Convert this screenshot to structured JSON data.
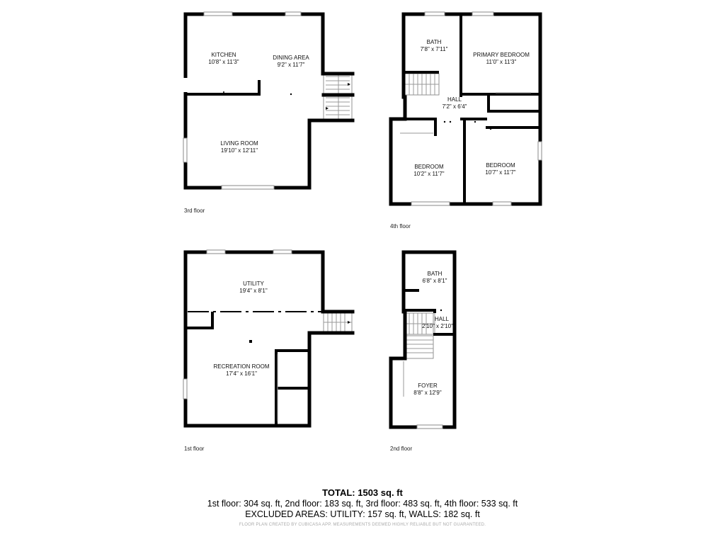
{
  "floors": {
    "third": {
      "label": "3rd floor",
      "rooms": {
        "kitchen": {
          "name": "KITCHEN",
          "dim": "10'8\" x 11'3\""
        },
        "dining": {
          "name": "DINING AREA",
          "dim": "9'2\" x 11'7\""
        },
        "living": {
          "name": "LIVING ROOM",
          "dim": "19'10\" x 12'11\""
        }
      }
    },
    "fourth": {
      "label": "4th floor",
      "rooms": {
        "bath": {
          "name": "BATH",
          "dim": "7'8\" x 7'11\""
        },
        "primary": {
          "name": "PRIMARY BEDROOM",
          "dim": "11'0\" x 11'3\""
        },
        "hall": {
          "name": "HALL",
          "dim": "7'2\" x 6'4\""
        },
        "bedroom_left": {
          "name": "BEDROOM",
          "dim": "10'2\" x 11'7\""
        },
        "bedroom_right": {
          "name": "BEDROOM",
          "dim": "10'7\" x 11'7\""
        }
      }
    },
    "first": {
      "label": "1st floor",
      "rooms": {
        "utility": {
          "name": "UTILITY",
          "dim": "19'4\" x 8'1\""
        },
        "recreation": {
          "name": "RECREATION ROOM",
          "dim": "17'4\" x 16'1\""
        }
      }
    },
    "second": {
      "label": "2nd floor",
      "rooms": {
        "bath": {
          "name": "BATH",
          "dim": "6'8\" x 8'1\""
        },
        "hall": {
          "name": "HALL",
          "dim": "2'10\" x 2'10\""
        },
        "foyer": {
          "name": "FOYER",
          "dim": "8'8\" x 12'9\""
        }
      }
    }
  },
  "summary": {
    "total": "TOTAL: 1503 sq. ft",
    "per_floor": "1st floor: 304 sq. ft, 2nd floor: 183 sq. ft, 3rd floor: 483 sq. ft, 4th floor: 533 sq. ft",
    "excluded": "EXCLUDED AREAS: UTILITY: 157 sq. ft, WALLS: 182 sq. ft",
    "disclaimer": "FLOOR PLAN CREATED BY CUBICASA APP. MEASUREMENTS DEEMED HIGHLY RELIABLE BUT NOT GUARANTEED."
  }
}
